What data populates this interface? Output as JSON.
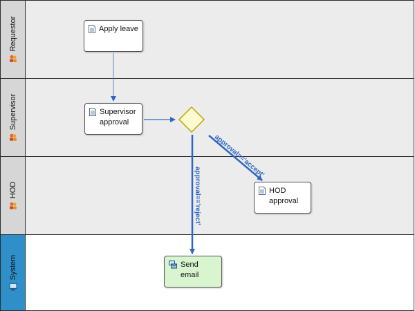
{
  "lanes": [
    {
      "name": "Requestor",
      "icon": "users-icon"
    },
    {
      "name": "Supervisor",
      "icon": "users-icon"
    },
    {
      "name": "HOD",
      "icon": "users-icon"
    },
    {
      "name": "System",
      "icon": "system-icon"
    }
  ],
  "tasks": {
    "apply_leave": "Apply leave",
    "supervisor_approval_line1": "Supervisor",
    "supervisor_approval_line2": "approval",
    "hod_approval": "HOD approval",
    "send_email": "Send email"
  },
  "edges": {
    "accept_label": "approval=='accept'",
    "reject_label": "approval=='reject'"
  },
  "colors": {
    "edge": "#2f67c0",
    "gateway_fill": "#fffbd0",
    "gateway_stroke": "#b8a800",
    "system_lane": "#2f90c9",
    "send_email_task": "#d8f5d0"
  }
}
